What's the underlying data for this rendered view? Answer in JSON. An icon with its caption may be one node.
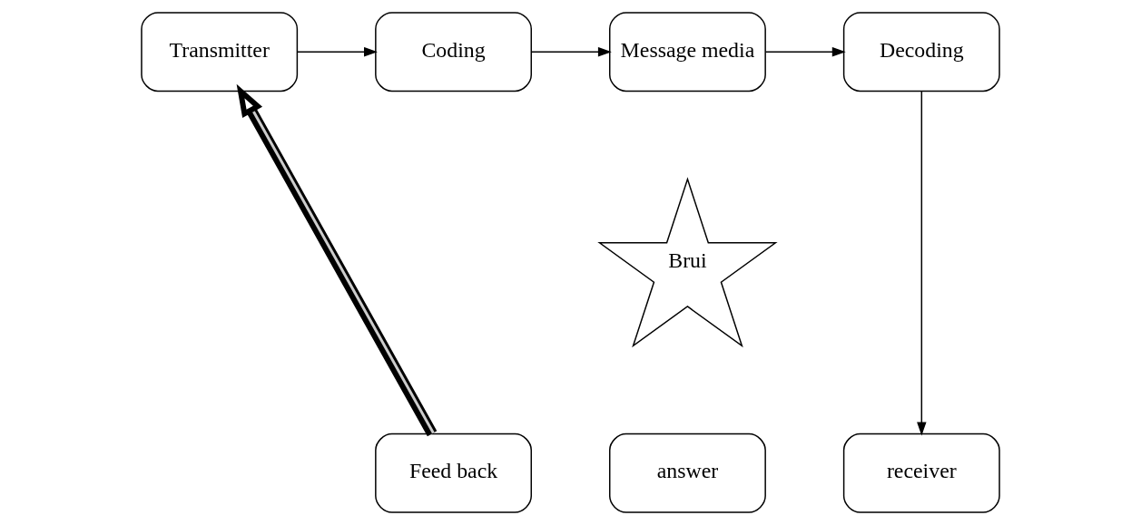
{
  "diagram": {
    "nodes": [
      {
        "text": [
          "Transmitter"
        ]
      },
      {
        "text": [
          "Coding"
        ]
      },
      {
        "text": [
          "Message media"
        ]
      },
      {
        "text": [
          "Decoding"
        ]
      },
      {
        "text": [
          "Brui"
        ]
      },
      {
        "text": [
          "Feed back"
        ]
      },
      {
        "text": [
          "answer"
        ]
      },
      {
        "text": [
          "receiver"
        ]
      }
    ],
    "edges": [
      {
        "from": 0,
        "to": 1,
        "arrow": "to"
      },
      {
        "from": 1,
        "to": 2,
        "arrow": "to"
      },
      {
        "from": 2,
        "to": 3,
        "arrow": "to"
      },
      {
        "from": 3,
        "to": 7,
        "arrow": "to"
      },
      {
        "from": 5,
        "to": 0,
        "arrow": "to",
        "style": "thick"
      }
    ]
  }
}
